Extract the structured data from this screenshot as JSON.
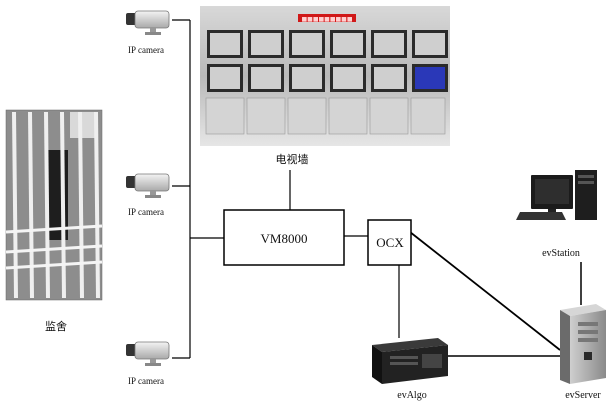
{
  "nodes": {
    "camera_label": "IP camera",
    "vm8000": "VM8000",
    "ocx": "OCX",
    "video_wall": "电视墙",
    "cell": "监舍",
    "evstation": "evStation",
    "evalgo": "evAlgo",
    "evserver": "evServer"
  },
  "video_wall_banner": "■■■■■■■■■",
  "colors": {
    "line": "#000000",
    "banner": "#d01818",
    "screen_blue": "#2a38b8"
  }
}
